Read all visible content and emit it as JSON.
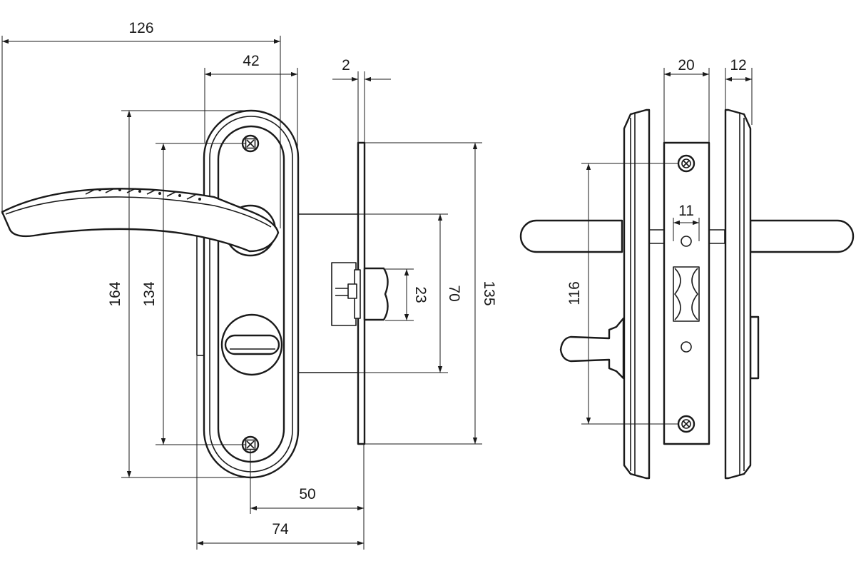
{
  "dimensions": {
    "handle_length": "126",
    "escutcheon_width": "42",
    "faceplate_thickness": "2",
    "escutcheon_height": "164",
    "screw_spacing_front": "134",
    "latch_height": "23",
    "lock_body_height": "70",
    "faceplate_height": "135",
    "spindle_offset": "50",
    "backset": "74",
    "lock_case_width": "20",
    "rosette_depth": "12",
    "spindle_size": "11",
    "screw_spacing_side": "116"
  }
}
